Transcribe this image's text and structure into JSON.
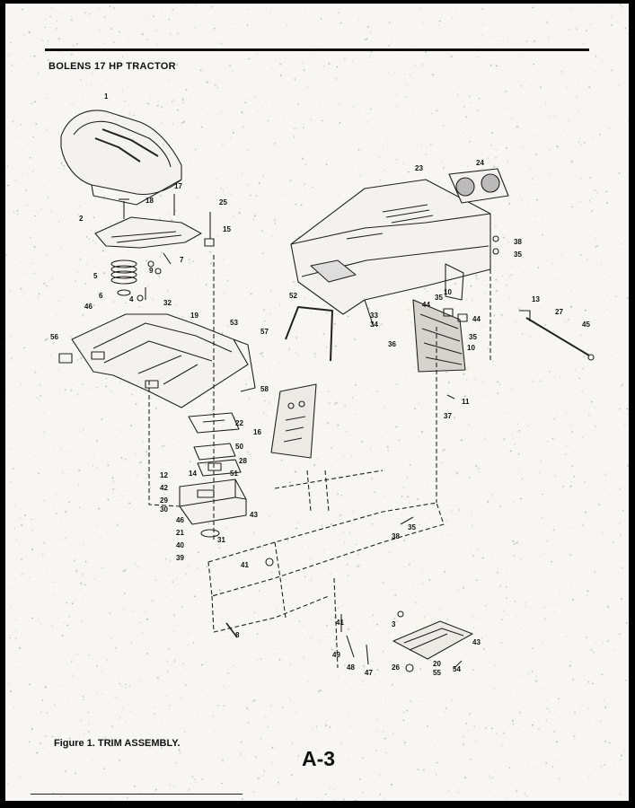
{
  "document": {
    "title": "BOLENS 17 HP TRACTOR",
    "caption": "Figure 1.  TRIM ASSEMBLY.",
    "page_number": "A-3"
  },
  "callouts": [
    {
      "id": "c1",
      "text": "1"
    },
    {
      "id": "c2",
      "text": "2"
    },
    {
      "id": "c3",
      "text": "3"
    },
    {
      "id": "c4",
      "text": "4"
    },
    {
      "id": "c5",
      "text": "5"
    },
    {
      "id": "c6",
      "text": "6"
    },
    {
      "id": "c7",
      "text": "7"
    },
    {
      "id": "c8",
      "text": "8"
    },
    {
      "id": "c9",
      "text": "9"
    },
    {
      "id": "c10a",
      "text": "10"
    },
    {
      "id": "c10b",
      "text": "10"
    },
    {
      "id": "c11",
      "text": "11"
    },
    {
      "id": "c12",
      "text": "12"
    },
    {
      "id": "c13",
      "text": "13"
    },
    {
      "id": "c14",
      "text": "14"
    },
    {
      "id": "c15",
      "text": "15"
    },
    {
      "id": "c16",
      "text": "16"
    },
    {
      "id": "c17",
      "text": "17"
    },
    {
      "id": "c18",
      "text": "18"
    },
    {
      "id": "c19",
      "text": "19"
    },
    {
      "id": "c20",
      "text": "20"
    },
    {
      "id": "c21",
      "text": "21"
    },
    {
      "id": "c22",
      "text": "22"
    },
    {
      "id": "c23",
      "text": "23"
    },
    {
      "id": "c24",
      "text": "24"
    },
    {
      "id": "c25",
      "text": "25"
    },
    {
      "id": "c26",
      "text": "26"
    },
    {
      "id": "c27",
      "text": "27"
    },
    {
      "id": "c28",
      "text": "28"
    },
    {
      "id": "c29",
      "text": "29"
    },
    {
      "id": "c30",
      "text": "30"
    },
    {
      "id": "c31",
      "text": "31"
    },
    {
      "id": "c32",
      "text": "32"
    },
    {
      "id": "c33",
      "text": "33"
    },
    {
      "id": "c34",
      "text": "34"
    },
    {
      "id": "c35a",
      "text": "35"
    },
    {
      "id": "c35b",
      "text": "35"
    },
    {
      "id": "c35c",
      "text": "35"
    },
    {
      "id": "c35d",
      "text": "35"
    },
    {
      "id": "c36",
      "text": "36"
    },
    {
      "id": "c37",
      "text": "37"
    },
    {
      "id": "c38a",
      "text": "38"
    },
    {
      "id": "c38b",
      "text": "38"
    },
    {
      "id": "c39",
      "text": "39"
    },
    {
      "id": "c40",
      "text": "40"
    },
    {
      "id": "c41a",
      "text": "41"
    },
    {
      "id": "c41b",
      "text": "41"
    },
    {
      "id": "c42",
      "text": "42"
    },
    {
      "id": "c43a",
      "text": "43"
    },
    {
      "id": "c43b",
      "text": "43"
    },
    {
      "id": "c44a",
      "text": "44"
    },
    {
      "id": "c44b",
      "text": "44"
    },
    {
      "id": "c45",
      "text": "45"
    },
    {
      "id": "c46a",
      "text": "46"
    },
    {
      "id": "c46b",
      "text": "46"
    },
    {
      "id": "c47",
      "text": "47"
    },
    {
      "id": "c48",
      "text": "48"
    },
    {
      "id": "c49",
      "text": "49"
    },
    {
      "id": "c50",
      "text": "50"
    },
    {
      "id": "c51",
      "text": "51"
    },
    {
      "id": "c52",
      "text": "52"
    },
    {
      "id": "c53",
      "text": "53"
    },
    {
      "id": "c54",
      "text": "54"
    },
    {
      "id": "c55",
      "text": "55"
    },
    {
      "id": "c56",
      "text": "56"
    },
    {
      "id": "c57",
      "text": "57"
    },
    {
      "id": "c58",
      "text": "58"
    }
  ]
}
